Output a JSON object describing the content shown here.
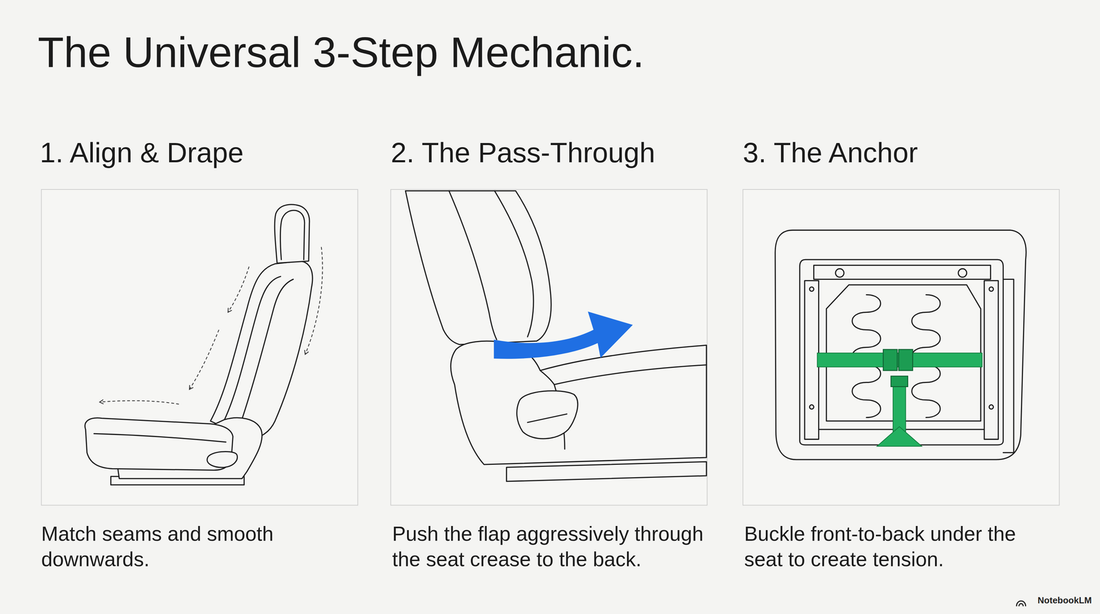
{
  "diagram": {
    "title": "The Universal 3-Step Mechanic.",
    "nodes": [
      {
        "text": [
          "1. Align & Drape",
          "Match seams and smooth downwards."
        ]
      },
      {
        "text": [
          "2. The Pass-Through",
          "Push the flap aggressively through the seat crease to the back."
        ]
      },
      {
        "text": [
          "3. The Anchor",
          "Buckle front-to-back under the seat to create tension."
        ]
      }
    ],
    "labels": [
      "NotebookLM"
    ]
  }
}
